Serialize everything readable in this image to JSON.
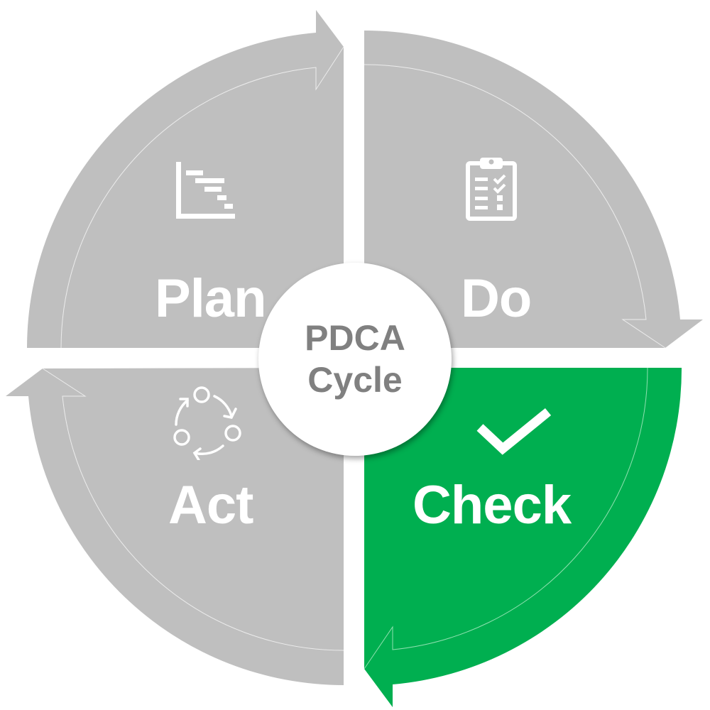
{
  "center": {
    "line1": "PDCA",
    "line2": "Cycle"
  },
  "stages": [
    {
      "key": "plan",
      "label": "Plan",
      "icon": "gantt-chart-icon",
      "color": "#bfbfbf",
      "active": false
    },
    {
      "key": "do",
      "label": "Do",
      "icon": "clipboard-checklist-icon",
      "color": "#bfbfbf",
      "active": false
    },
    {
      "key": "check",
      "label": "Check",
      "icon": "checkmark-icon",
      "color": "#00af50",
      "active": true
    },
    {
      "key": "act",
      "label": "Act",
      "icon": "cycle-arrows-icon",
      "color": "#bfbfbf",
      "active": false
    }
  ],
  "colors": {
    "inactive": "#bfbfbf",
    "active": "#00af50",
    "center_text": "#808080",
    "label_text": "#ffffff"
  }
}
